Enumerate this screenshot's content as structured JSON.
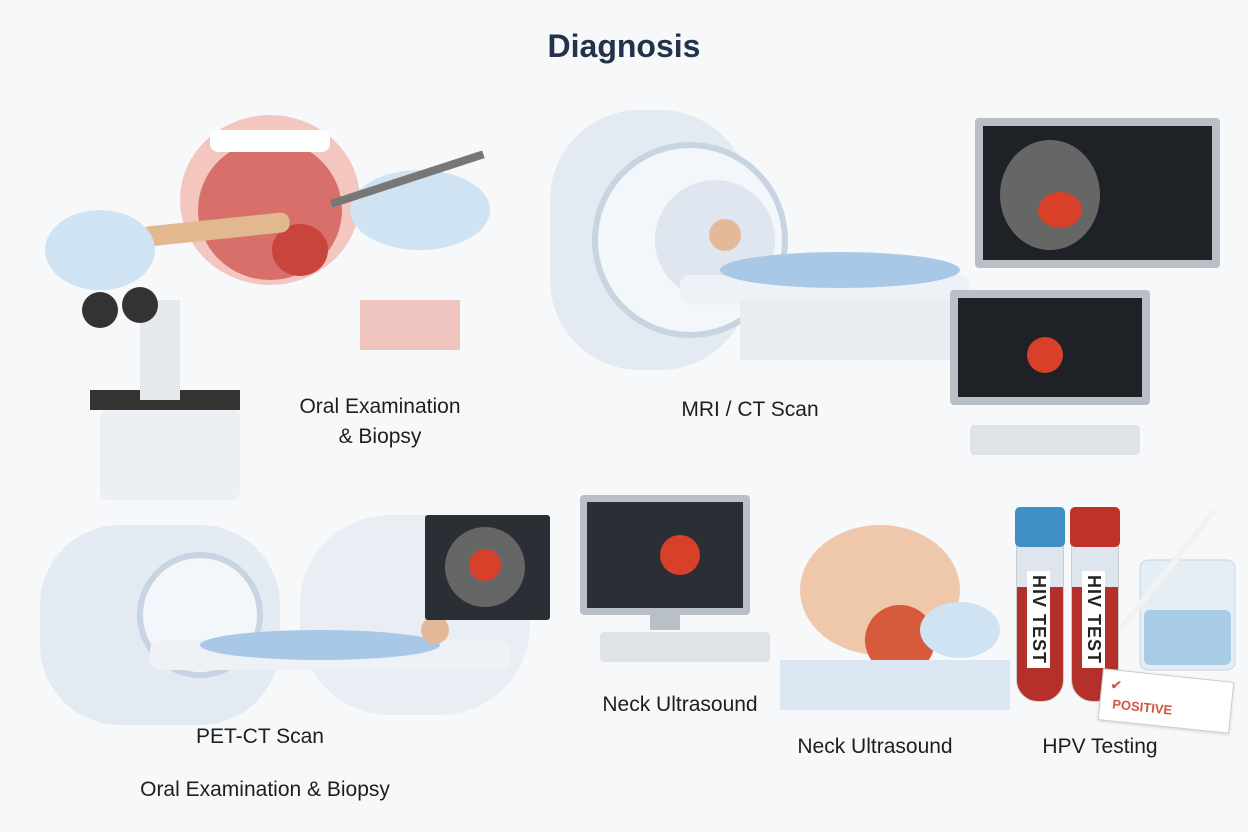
{
  "title": "Diagnosis",
  "panels": {
    "oral_exam": {
      "label_line1": "Oral Examination",
      "label_line2": "& Biopsy"
    },
    "mri_ct": {
      "label": "MRI / CT Scan"
    },
    "pet_ct": {
      "label": "PET-CT Scan"
    },
    "bottom_caption": {
      "label": "Oral Examination & Biopsy"
    },
    "neck_ultrasound": {
      "label": "Neck Ultrasound"
    },
    "neck_ultrasound_2": {
      "label": "Neck Ultrasound"
    },
    "hpv": {
      "label": "HPV Testing",
      "tube1": "HIV TEST",
      "tube2": "HIV TEST",
      "card_result": "POSITIVE"
    }
  },
  "colors": {
    "title": "#22324a",
    "scanner": "#e4eaf2",
    "lesion": "#d8402a",
    "tube_blue": "#3f8fc4",
    "tube_red": "#c0312a"
  }
}
